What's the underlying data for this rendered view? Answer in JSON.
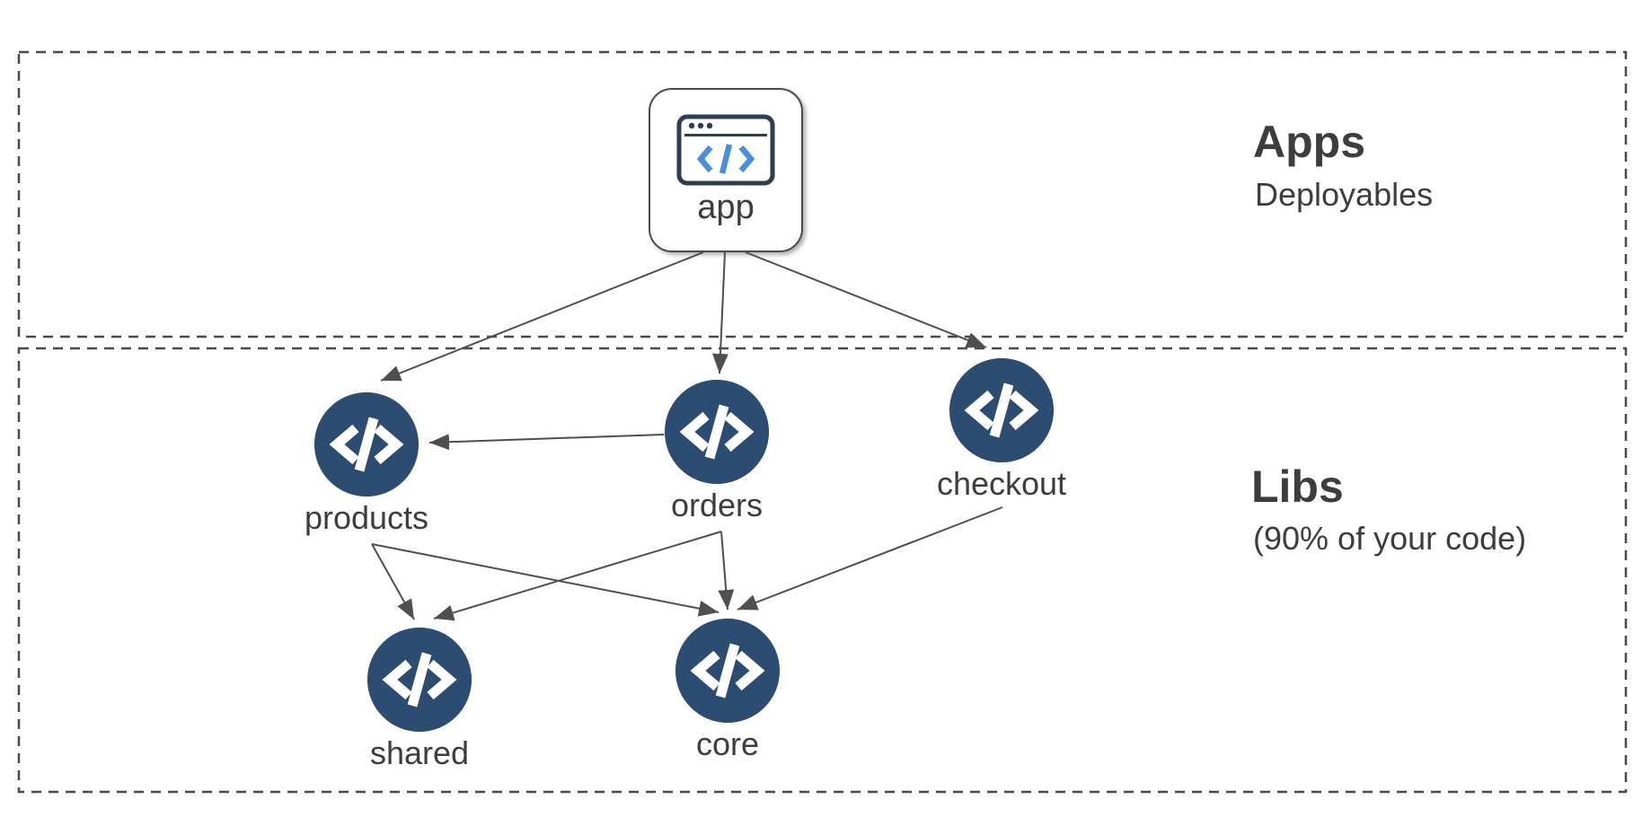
{
  "sections": {
    "apps": {
      "title": "Apps",
      "subtitle": "Deployables"
    },
    "libs": {
      "title": "Libs",
      "subtitle": "(90% of your code)"
    }
  },
  "nodes": {
    "app": {
      "label": "app",
      "icon": "browser-code-icon"
    },
    "libs": [
      {
        "id": "products",
        "label": "products",
        "icon": "code-icon"
      },
      {
        "id": "orders",
        "label": "orders",
        "icon": "code-icon"
      },
      {
        "id": "checkout",
        "label": "checkout",
        "icon": "code-icon"
      },
      {
        "id": "shared",
        "label": "shared",
        "icon": "code-icon"
      },
      {
        "id": "core",
        "label": "core",
        "icon": "code-icon"
      }
    ]
  },
  "edges": [
    {
      "from": "app",
      "to": "products"
    },
    {
      "from": "app",
      "to": "orders"
    },
    {
      "from": "app",
      "to": "checkout"
    },
    {
      "from": "orders",
      "to": "products"
    },
    {
      "from": "products",
      "to": "shared"
    },
    {
      "from": "products",
      "to": "core"
    },
    {
      "from": "orders",
      "to": "shared"
    },
    {
      "from": "orders",
      "to": "core"
    },
    {
      "from": "checkout",
      "to": "core"
    }
  ],
  "colors": {
    "lib_node_fill": "#2d4c72",
    "lib_node_glyph": "#ffffff",
    "app_icon_stroke": "#2e3d54",
    "app_icon_code": "#4a8fd9",
    "text": "#3d3d3d",
    "edge": "#4f4f4f",
    "section_border": "#4a4a4a"
  }
}
